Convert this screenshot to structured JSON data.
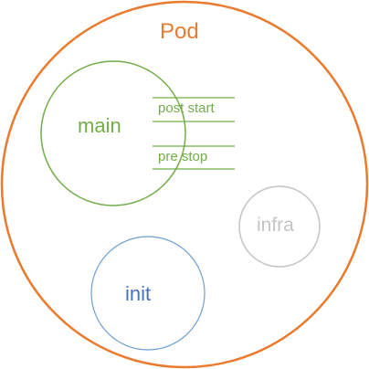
{
  "colors": {
    "pod": "#E97A2E",
    "main": "#72AD48",
    "infra": "#C4C4C4",
    "init": "#4A72C4",
    "init_circle": "#6C9FD2",
    "background": "#FFFFFF"
  },
  "pod": {
    "label": "Pod"
  },
  "main": {
    "label": "main"
  },
  "hooks": {
    "post_start": "post start",
    "pre_stop": "pre stop"
  },
  "infra": {
    "label": "infra"
  },
  "init": {
    "label": "init"
  }
}
